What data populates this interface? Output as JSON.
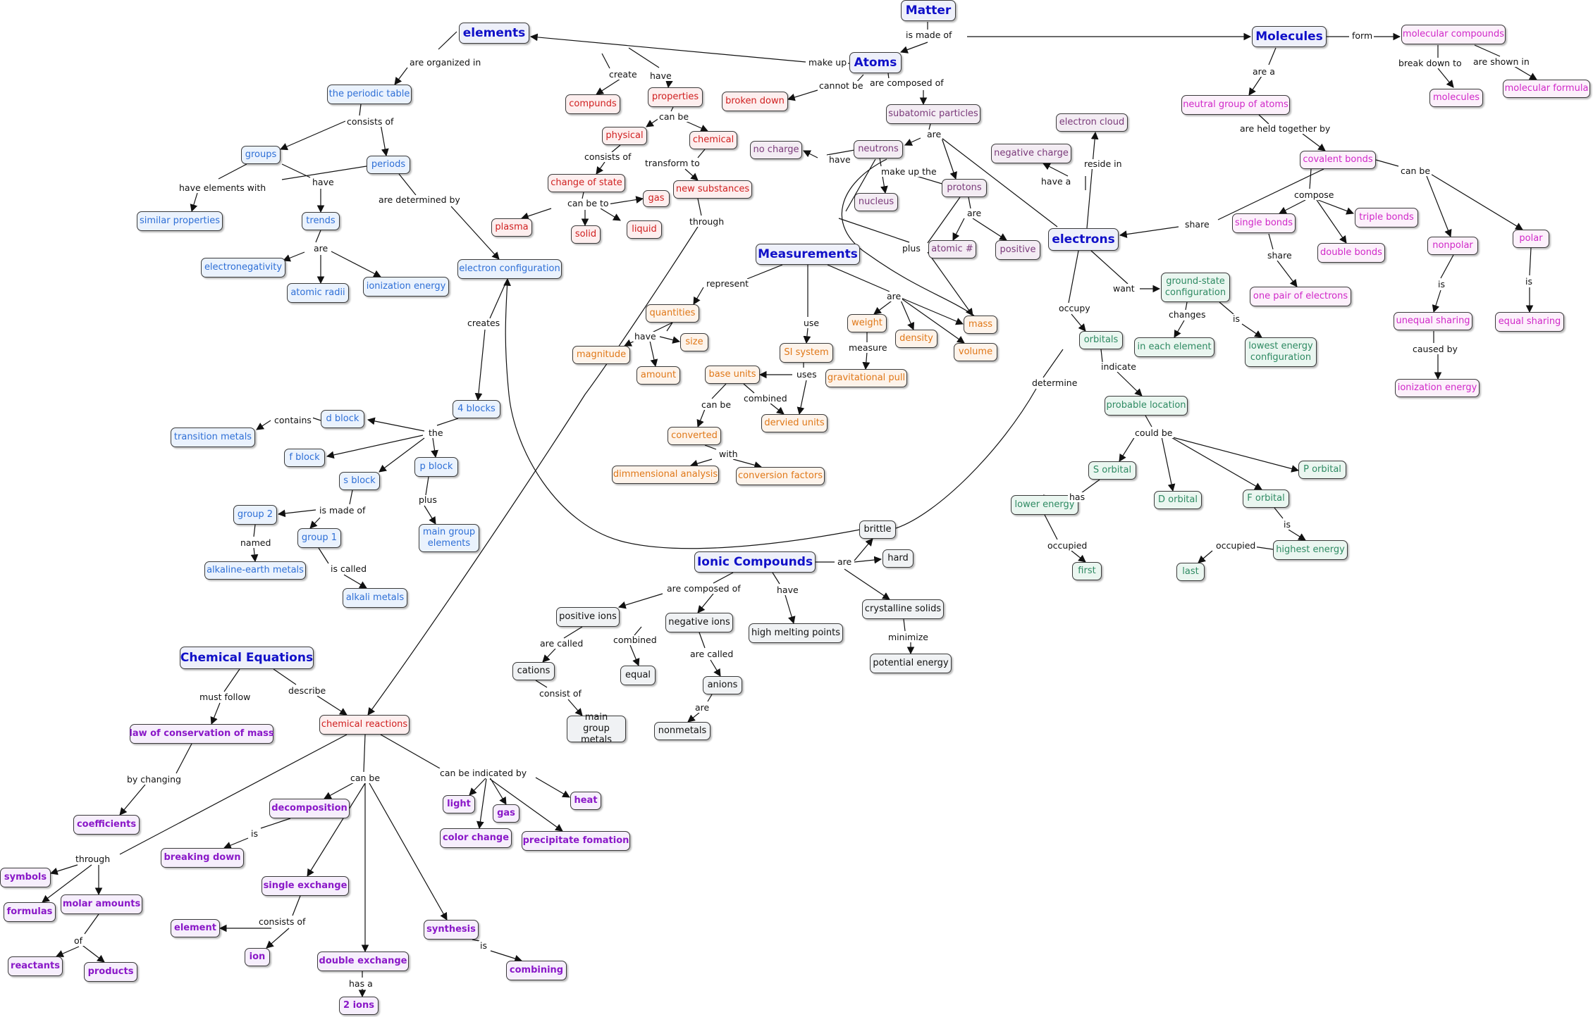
{
  "colors": {
    "main": "#1010c8",
    "elem": "#2e6fd6",
    "red": "#d02020",
    "atom": "#7a3a7a",
    "mol": "#d028c8",
    "orb": "#2e8a62",
    "meas": "#e07818",
    "ionic": "#111111",
    "eq": "#8a18c8"
  },
  "nodes": {
    "matter": "Matter",
    "atoms": "Atoms",
    "elements": "elements",
    "molecules": "Molecules",
    "molecular_compounds": "molecular compounds",
    "molecules_small": "molecules",
    "molecular_formula": "molecular formula",
    "neutral_group": "neutral group of atoms",
    "covalent_bonds": "covalent bonds",
    "single_bonds": "single bonds",
    "triple_bonds": "triple bonds",
    "double_bonds": "double bonds",
    "one_pair": "one pair of electrons",
    "nonpolar": "nonpolar",
    "polar": "polar",
    "unequal_sharing": "unequal sharing",
    "equal_sharing": "equal sharing",
    "ionization_energy_mol": "ionization energy",
    "periodic_table": "the periodic table",
    "compounds": "compunds",
    "properties": "properties",
    "broken_down": "broken down",
    "physical": "physical",
    "chemical": "chemical",
    "change_of_state": "change of state",
    "new_substances": "new substances",
    "gas_state": "gas",
    "plasma": "plasma",
    "solid": "solid",
    "liquid": "liquid",
    "groups": "groups",
    "periods": "periods",
    "similar_properties": "similar properties",
    "trends": "trends",
    "electronegativity": "electronegativity",
    "atomic_radii": "atomic radii",
    "ionization_energy": "ionization energy",
    "electron_configuration": "electron configuration",
    "four_blocks": "4 blocks",
    "d_block": "d block",
    "transition_metals": "transition metals",
    "f_block": "f block",
    "s_block": "s block",
    "p_block": "p block",
    "group2": "group 2",
    "group1": "group 1",
    "alkaline_earth": "alkaline-earth metals",
    "alkali_metals": "alkali metals",
    "main_group_elements": "main group elements",
    "subatomic": "subatomic particles",
    "electron_cloud": "electron cloud",
    "negative_charge": "negative charge",
    "no_charge": "no charge",
    "neutrons": "neutrons",
    "protons": "protons",
    "nucleus": "nucleus",
    "atomic_num": "atomic #",
    "positive": "positive",
    "electrons": "electrons",
    "ground_state": "ground-state configuration",
    "in_each_element": "in each element",
    "lowest_energy": "lowest energy configuration",
    "orbitals": "orbitals",
    "probable_location": "probable location",
    "s_orbital": "S orbital",
    "p_orbital": "P orbital",
    "d_orbital": "D orbital",
    "f_orbital": "F orbital",
    "lower_energy": "lower energy",
    "first": "first",
    "highest_energy": "highest energy",
    "last": "last",
    "measurements": "Measurements",
    "quantities": "quantities",
    "size": "size",
    "amount": "amount",
    "magnitude": "magnitude",
    "si_system": "SI system",
    "weight": "weight",
    "density": "density",
    "mass": "mass",
    "volume": "volume",
    "gravitational_pull": "gravitational pull",
    "base_units": "base units",
    "derived_units": "dervied units",
    "converted": "converted",
    "dimensional_analysis": "dimmensional analysis",
    "conversion_factors": "conversion factors",
    "ionic_compounds": "Ionic Compounds",
    "brittle": "brittle",
    "hard": "hard",
    "crystalline_solids": "crystalline solids",
    "potential_energy": "potential energy",
    "high_melting": "high melting points",
    "positive_ions": "positive ions",
    "negative_ions": "negative ions",
    "cations": "cations",
    "equal": "equal",
    "anions": "anions",
    "main_group_metals": "main group metals",
    "nonmetals": "nonmetals",
    "chemical_equations": "Chemical Equations",
    "law_conservation": "law of conservation of mass",
    "coefficients": "coefficients",
    "chemical_reactions": "chemical reactions",
    "decomposition": "decomposition",
    "breaking_down": "breaking down",
    "single_exchange": "single exchange",
    "element": "element",
    "ion": "ion",
    "double_exchange": "double exchange",
    "two_ions": "2 ions",
    "synthesis": "synthesis",
    "combining": "combining",
    "light": "light",
    "gas_rxn": "gas",
    "heat": "heat",
    "color_change": "color change",
    "precipitate": "precipitate fomation",
    "symbols": "symbols",
    "formulas": "formulas",
    "molar_amounts": "molar amounts",
    "reactants": "reactants",
    "products": "products"
  },
  "links": {
    "is_made_of": "is made of",
    "make_up": "make up",
    "cannot_be": "cannot be",
    "are_composed_of": "are composed of",
    "form": "form",
    "break_down_to": "break down to",
    "are_shown_in": "are shown in",
    "are_a": "are a",
    "are_held_together_by": "are held together by",
    "compose": "compose",
    "can_be_cov": "can be",
    "share_cov": "share",
    "share_single": "share",
    "is_nonpolar": "is",
    "is_polar": "is",
    "caused_by": "caused by",
    "are_organized_in": "are organized in",
    "create": "create",
    "have_el": "have",
    "can_be_prop": "can be",
    "consists_of_phys": "consists of",
    "transform_to": "transform to",
    "can_be_to": "can be to",
    "through_ns": "through",
    "consists_of_pt": "consists of",
    "have_elements_with": "have elements with",
    "have_gp": "have",
    "are_determined_by": "are determined by",
    "are_trends": "are",
    "creates": "creates",
    "contains": "contains",
    "the": "the",
    "plus_pb": "plus",
    "is_made_of_sb": "is made of",
    "named": "named",
    "is_called": "is called",
    "are_sub": "are",
    "have_neu": "have",
    "make_up_the": "make up the",
    "are_prot": "are",
    "plus_prot": "plus",
    "have_a": "have a",
    "reside_in": "reside in",
    "want": "want",
    "changes": "changes",
    "is_gs": "is",
    "occupy": "occupy",
    "indicate": "indicate",
    "determine": "determine",
    "could_be": "could be",
    "has": "has",
    "occupied_1": "occupied",
    "is_fo": "is",
    "occupied_2": "occupied",
    "represent": "represent",
    "have_q": "have",
    "use": "use",
    "are_meas": "are",
    "measure": "measure",
    "uses": "uses",
    "can_be_bu": "can be",
    "combined_bu": "combined",
    "with": "with",
    "are_ionic": "are",
    "minimize": "minimize",
    "have_ionic": "have",
    "are_composed_of_ionic": "are composed of",
    "are_called_pos": "are called",
    "combined_ions": "combined",
    "are_called_neg": "are called",
    "consist_of": "consist of",
    "are_anions": "are",
    "must_follow": "must follow",
    "describe": "describe",
    "by_changing": "by changing",
    "can_be_rxn": "can be",
    "is_decomp": "is",
    "consists_of_se": "consists of",
    "has_a": "has a",
    "is_syn": "is",
    "can_be_indicated_by": "can be indicated by",
    "through_rxn": "through",
    "of": "of"
  }
}
